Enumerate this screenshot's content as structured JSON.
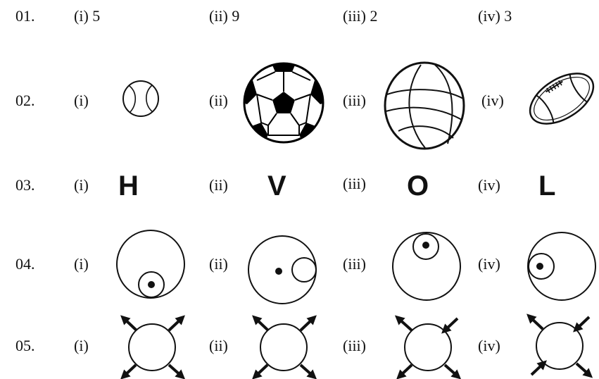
{
  "rows": [
    {
      "number": "01.",
      "options": [
        "(i) 5",
        "(ii) 9",
        "(iii) 2",
        "(iv) 3"
      ]
    },
    {
      "number": "02.",
      "labels": [
        "(i)",
        "(ii)",
        "(iii)",
        "(iv)"
      ],
      "icons": [
        "tennis-ball-icon",
        "soccer-ball-icon",
        "basketball-icon",
        "american-football-icon"
      ]
    },
    {
      "number": "03.",
      "labels": [
        "(i)",
        "(ii)",
        "(iii)",
        "(iv)"
      ],
      "letters": [
        "H",
        "V",
        "O",
        "L"
      ]
    },
    {
      "number": "04.",
      "labels": [
        "(i)",
        "(ii)",
        "(iii)",
        "(iv)"
      ],
      "icons": [
        "circle-small-circle-bottom-icon",
        "circle-small-circle-right-icon",
        "circle-small-circle-top-icon",
        "circle-small-circle-left-icon"
      ]
    },
    {
      "number": "05.",
      "labels": [
        "(i)",
        "(ii)",
        "(iii)",
        "(iv)"
      ],
      "icons": [
        "circle-arrows-outward-icon",
        "circle-arrows-outward-icon",
        "circle-arrows-mixed-icon",
        "circle-arrows-mixed-icon"
      ]
    }
  ]
}
